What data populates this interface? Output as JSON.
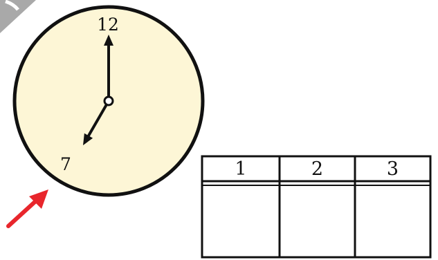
{
  "clock": {
    "numerals": {
      "top": "12",
      "lower_left": "7"
    },
    "time": {
      "hour": 7,
      "minute": 0
    },
    "colors": {
      "face": "#fdf6d6",
      "outline": "#111111",
      "hands": "#111111"
    }
  },
  "table": {
    "headers": [
      "1",
      "2",
      "3"
    ],
    "cells": [
      "",
      "",
      ""
    ]
  },
  "pointer": {
    "icon": "red-arrow-icon",
    "color": "#e8262c"
  },
  "corner_badge": {
    "color": "#a9a9a9"
  }
}
